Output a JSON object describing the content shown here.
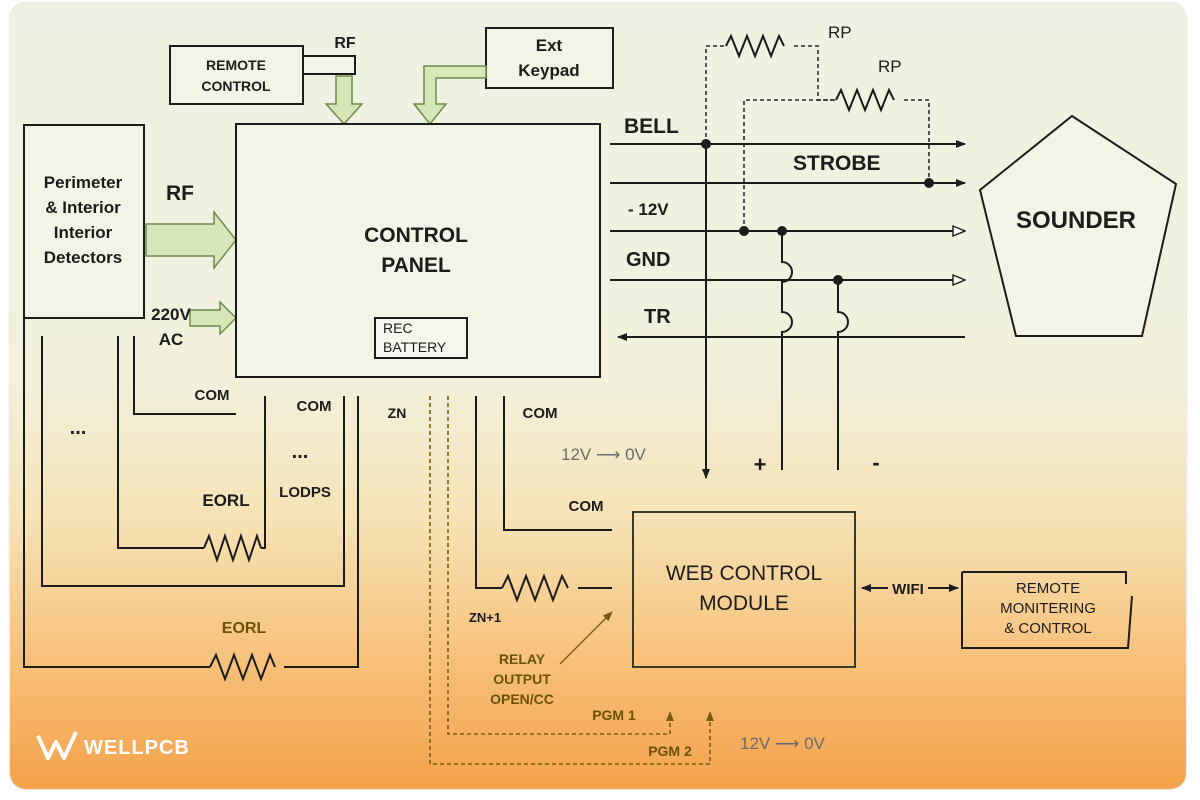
{
  "diagram": {
    "detectors": [
      "Perimeter",
      "& Interior",
      "Interior",
      "Detectors"
    ],
    "remote_control": [
      "REMOTE",
      "CONTROL"
    ],
    "rf_top": "RF",
    "ext_keypad": [
      "Ext",
      "Keypad"
    ],
    "control_panel": [
      "CONTROL",
      "PANEL"
    ],
    "rec_battery": [
      "REC",
      "BATTERY"
    ],
    "rf_left": "RF",
    "power_220": "220V",
    "power_ac": "AC",
    "rp1": "RP",
    "rp2": "RP",
    "bell": "BELL",
    "strobe": "STROBE",
    "minus12v": "- 12V",
    "gnd": "GND",
    "tr": "TR",
    "sounder": "SOUNDER",
    "com1": "COM",
    "com2": "COM",
    "com3": "COM",
    "com4": "COM",
    "zn": "ZN",
    "dots": "...",
    "lodps": "LODPS",
    "eorl1": "EORL",
    "eorl2": "EORL",
    "v12_to_0v_top": "12V  ⟶  0V",
    "plus": "+",
    "minus": "-",
    "web_control": [
      "WEB CONTROL",
      "MODULE"
    ],
    "wifi": "WIFI",
    "remote_monitoring": [
      "REMOTE",
      "MONITERING",
      "& CONTROL"
    ],
    "zn1": "ZN+1",
    "relay": [
      "RELAY",
      "OUTPUT",
      "OPEN/CC"
    ],
    "pgm1": "PGM 1",
    "pgm2": "PGM 2",
    "v12_to_0v_bottom": "12V  ⟶  0V",
    "logo_text": "WELLPCB"
  },
  "colors": {
    "background_top": "#eef2e4",
    "background_bottom": "#f4a24a",
    "wire": "#1c1c1c",
    "arrow_fill": "#d6e6b7",
    "relay_text": "#6b5208"
  }
}
